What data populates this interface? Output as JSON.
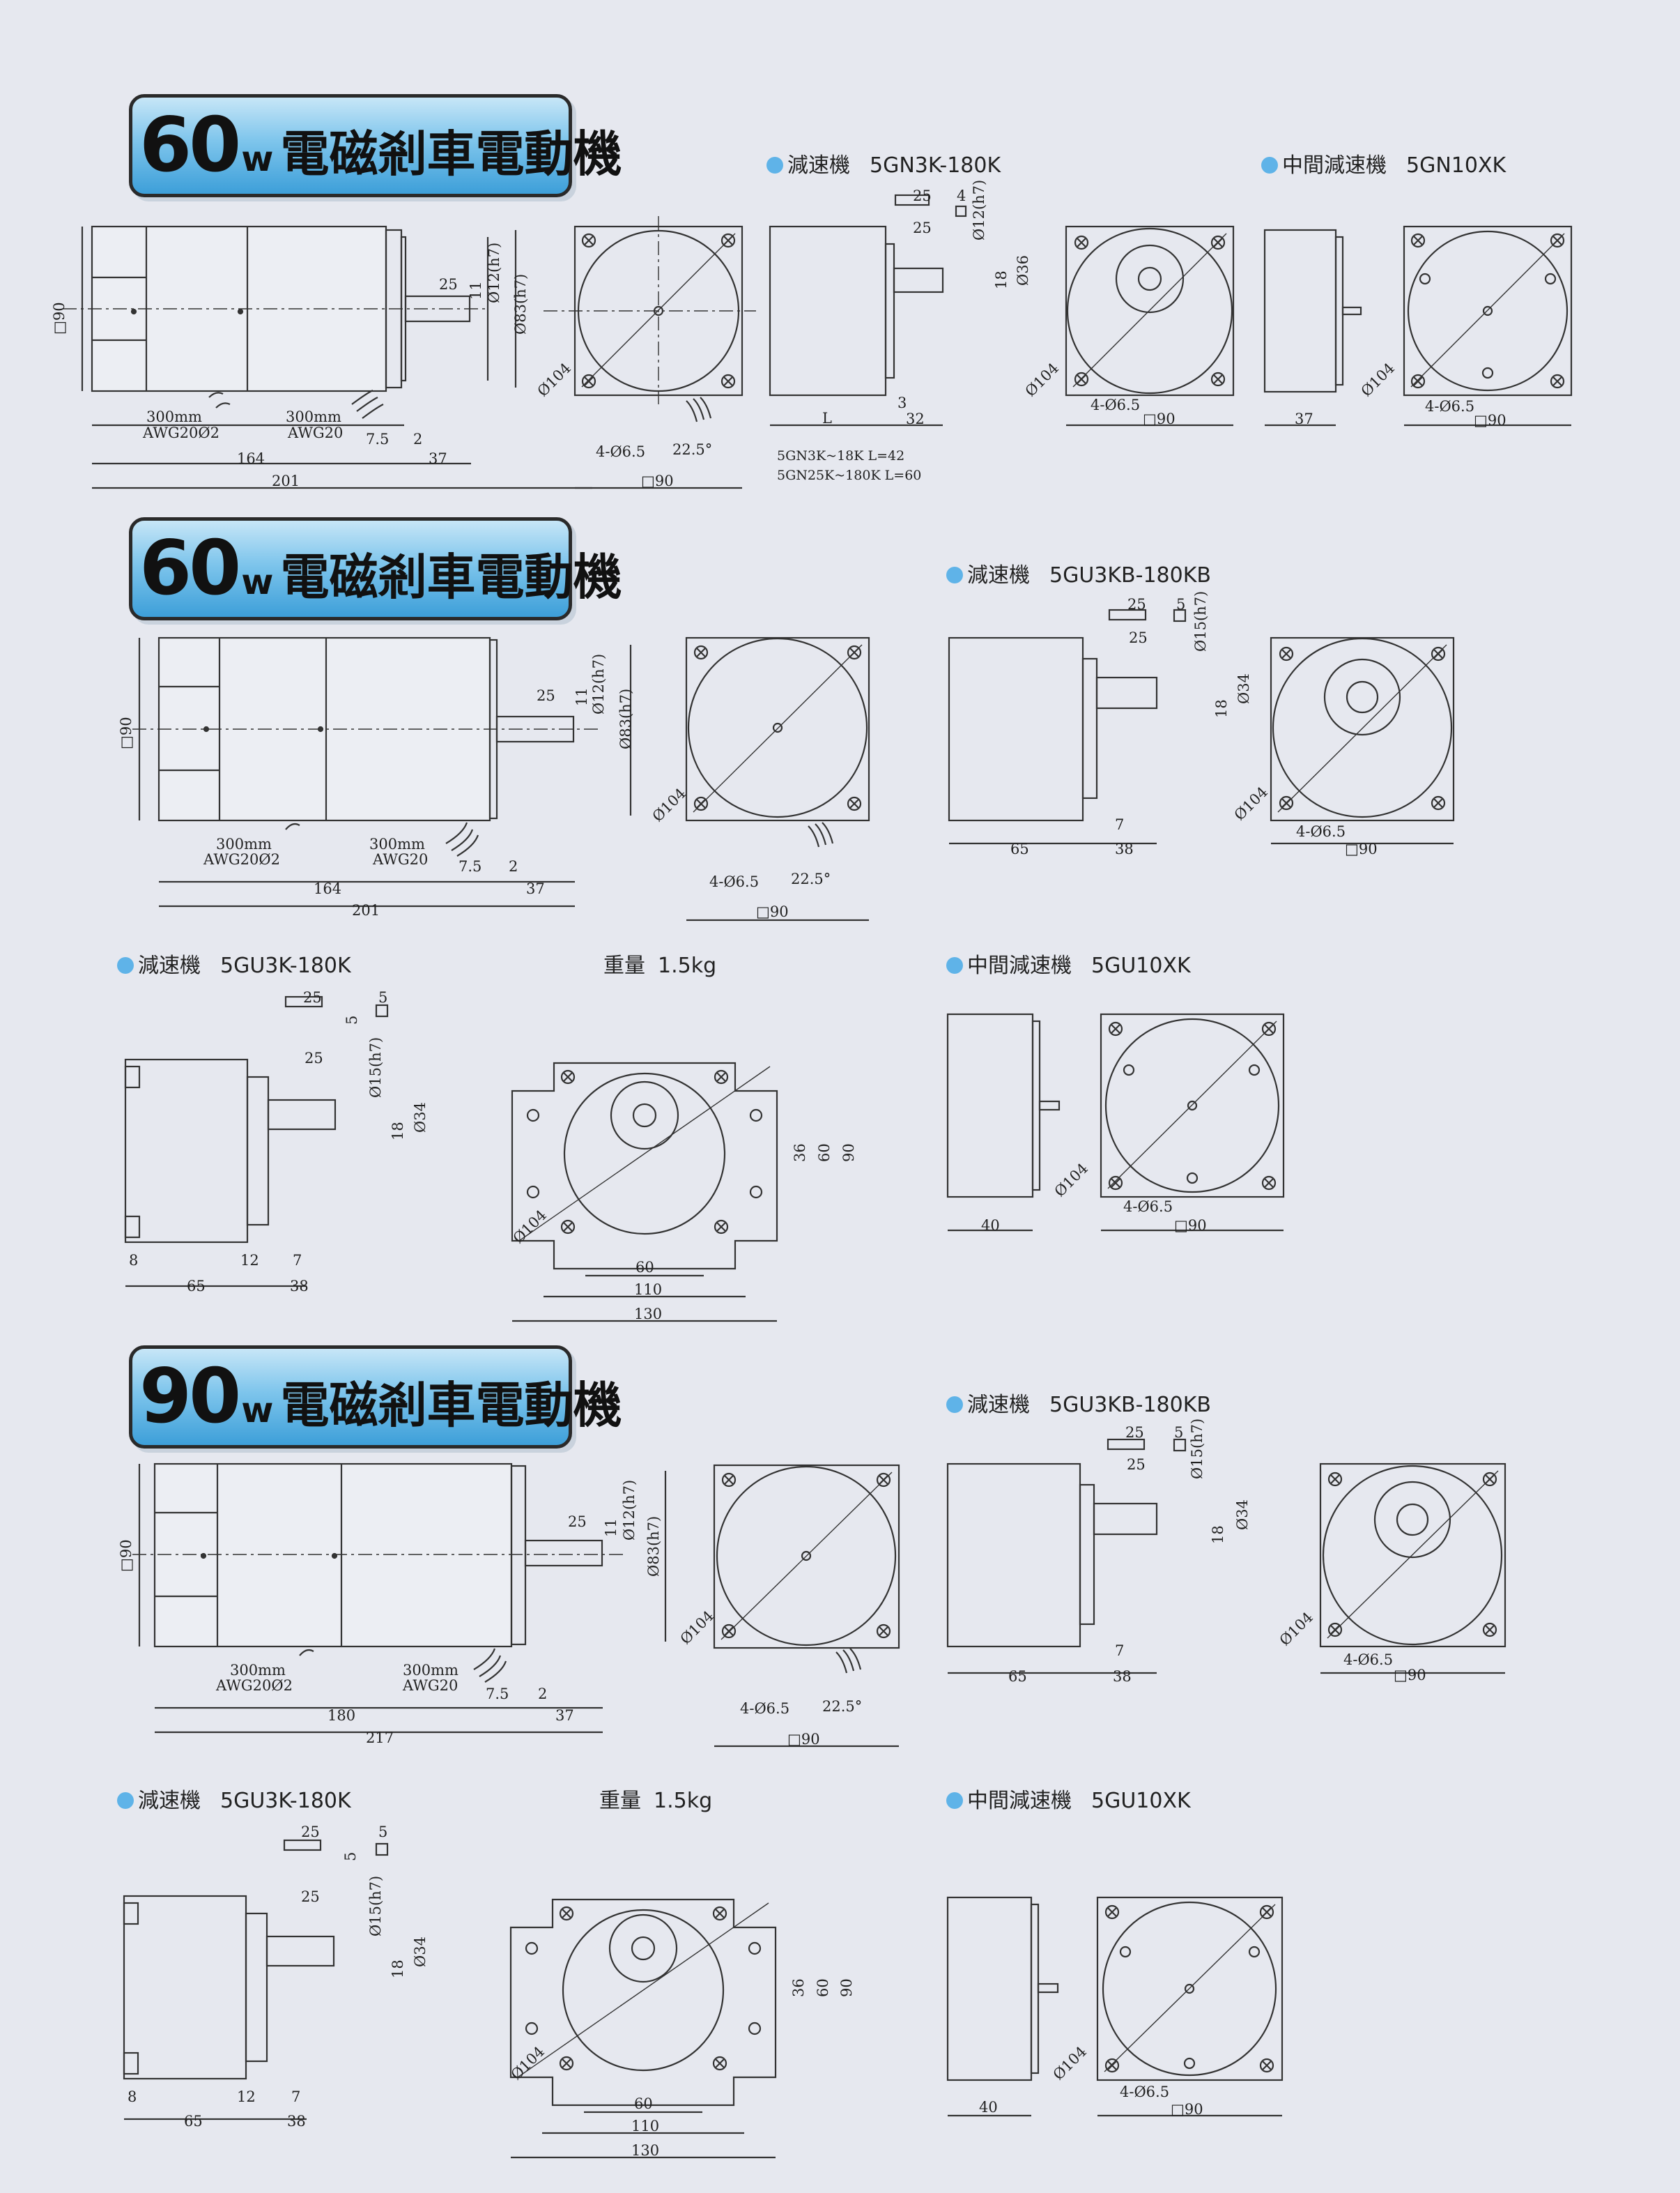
{
  "banners": {
    "b1": {
      "power": "60",
      "unit": "w",
      "title": "電磁剎車電動機"
    },
    "b2": {
      "power": "60",
      "unit": "w",
      "title": "電磁剎車電動機"
    },
    "b3": {
      "power": "90",
      "unit": "w",
      "title": "電磁剎車電動機"
    }
  },
  "labels": {
    "l1": {
      "name": "減速機",
      "model": "5GN3K-180K"
    },
    "l2": {
      "name": "中間減速機",
      "model": "5GN10XK"
    },
    "l3": {
      "name": "減速機",
      "model": "5GU3KB-180KB"
    },
    "l4": {
      "name": "減速機",
      "model": "5GU3K-180K"
    },
    "l5": {
      "name": "重量",
      "model": "1.5kg"
    },
    "l6": {
      "name": "中間減速機",
      "model": "5GU10XK"
    },
    "l7": {
      "name": "減速機",
      "model": "5GU3KB-180KB"
    },
    "l8": {
      "name": "減速機",
      "model": "5GU3K-180K"
    },
    "l9": {
      "name": "重量",
      "model": "1.5kg"
    },
    "l10": {
      "name": "中間減速機",
      "model": "5GU10XK"
    }
  },
  "dims": {
    "sq90": "□90",
    "d104": "Ø104",
    "holes65": "4-Ø6.5",
    "angle": "22.5°",
    "d12": "Ø12(h7)",
    "d83": "Ø83(h7)",
    "d15": "Ø15(h7)",
    "d34": "Ø34",
    "d36": "Ø36",
    "n25": "25",
    "n11": "11",
    "n7_5": "7.5",
    "n2": "2",
    "n37": "37",
    "n164": "164",
    "n201": "201",
    "n180": "180",
    "n217": "217",
    "n4": "4",
    "n18": "18",
    "n3": "3",
    "n32": "32",
    "L": "L",
    "n5": "5",
    "n7": "7",
    "n65": "65",
    "n38": "38",
    "n8": "8",
    "n12": "12",
    "n36": "36",
    "n60": "60",
    "n90": "90",
    "n110": "110",
    "n130": "130",
    "n40": "40",
    "lead1": "300mm",
    "lead1b": "AWG20Ø2",
    "lead2": "300mm",
    "lead2b": "AWG20",
    "tableA": "5GN3K~18K     L=42",
    "tableB": "5GN25K~180K   L=60"
  }
}
